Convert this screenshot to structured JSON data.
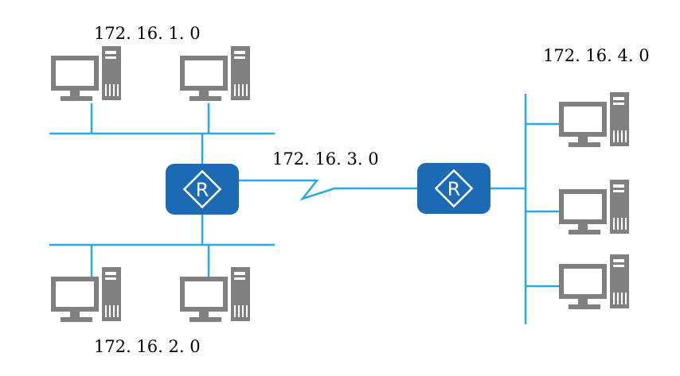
{
  "diagram": {
    "title": "network-topology",
    "labels": {
      "net1": "172. 16. 1. 0",
      "net2": "172. 16. 2. 0",
      "net3": "172. 16. 3. 0",
      "net4": "172. 16. 4. 0"
    },
    "routers": [
      {
        "label": "R"
      },
      {
        "label": "R"
      }
    ],
    "devices": {
      "lan1_computers": 2,
      "lan2_computers": 2,
      "lan4_computers": 3
    },
    "colors": {
      "link_cyan": "#29a9e2",
      "device_gray": "#808080",
      "router_blue": "#1b6ab3",
      "background": "#ffffff",
      "text": "#000000"
    },
    "icons": [
      "computer-icon",
      "router-icon",
      "serial-link-zigzag"
    ]
  }
}
